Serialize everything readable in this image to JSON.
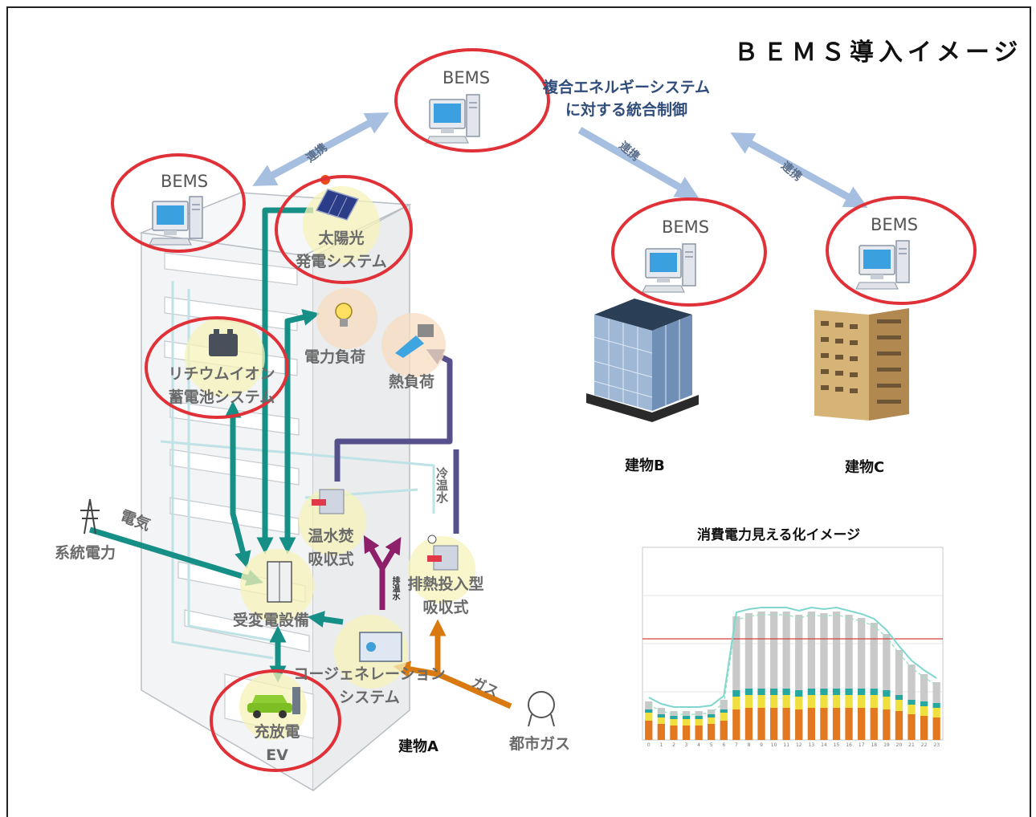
{
  "title": "ＢＥＭＳ導入イメージ",
  "bems_label": "BEMS",
  "integrated_control": [
    "複合エネルギーシステム",
    "に対する統合制御"
  ],
  "link_label": "連携",
  "building_a": {
    "name": "建物A",
    "solar": [
      "太陽光",
      "発電システム"
    ],
    "battery": [
      "リチウムイオン",
      "蓄電池システム"
    ],
    "power_load": "電力負荷",
    "heat_load": "熱負荷",
    "hot_water_absorption": [
      "温水焚",
      "吸収式"
    ],
    "exhaust_heat_absorption": [
      "排熱投入型",
      "吸収式"
    ],
    "substation": "受変電設備",
    "cogeneration": [
      "コージェネレーション",
      "システム"
    ],
    "ev": [
      "充放電",
      "EV"
    ],
    "grid_power": "系統電力",
    "electricity": "電気",
    "city_gas": "都市ガス",
    "gas": "ガス",
    "cold_water": "冷温水",
    "exhaust_hot_water": "排温水"
  },
  "building_b": {
    "name": "建物B"
  },
  "building_c": {
    "name": "建物C"
  },
  "colors": {
    "teal_flow": "#168f86",
    "link_arrow": "#a6bfe0",
    "bems_circle": "#e03038",
    "heat_flow": "#56508c",
    "gas_flow": "#d97a10",
    "exhaust_flow": "#8e1f6a"
  },
  "chart_data": {
    "type": "bar",
    "title": "消費電力見える化イメージ",
    "categories": [
      "0",
      "1",
      "2",
      "3",
      "4",
      "5",
      "6",
      "7",
      "8",
      "9",
      "10",
      "11",
      "12",
      "13",
      "14",
      "15",
      "16",
      "17",
      "18",
      "19",
      "20",
      "21",
      "22",
      "23"
    ],
    "series": [
      {
        "values": [
          1.2,
          1.0,
          0.9,
          0.9,
          0.9,
          1.0,
          1.2,
          1.9,
          2.0,
          2.0,
          2.0,
          2.0,
          1.9,
          2.0,
          2.0,
          2.0,
          2.0,
          2.0,
          2.0,
          1.9,
          1.8,
          1.6,
          1.5,
          1.4
        ]
      },
      {
        "values": [
          0.5,
          0.4,
          0.4,
          0.4,
          0.4,
          0.4,
          0.5,
          0.8,
          0.8,
          0.8,
          0.8,
          0.8,
          0.8,
          0.8,
          0.8,
          0.8,
          0.8,
          0.8,
          0.8,
          0.8,
          0.7,
          0.6,
          0.6,
          0.6
        ]
      },
      {
        "values": [
          0.2,
          0.2,
          0.2,
          0.2,
          0.2,
          0.2,
          0.2,
          0.4,
          0.4,
          0.4,
          0.4,
          0.4,
          0.4,
          0.4,
          0.4,
          0.4,
          0.4,
          0.4,
          0.4,
          0.4,
          0.3,
          0.3,
          0.3,
          0.3
        ]
      },
      {
        "values": [
          0.5,
          0.4,
          0.3,
          0.3,
          0.3,
          0.3,
          0.6,
          4.6,
          4.7,
          4.8,
          4.8,
          4.8,
          4.7,
          4.8,
          4.7,
          4.8,
          4.6,
          4.4,
          4.1,
          3.5,
          2.8,
          2.2,
          1.7,
          1.3
        ]
      }
    ],
    "threshold": 6.3,
    "ylim": [
      0,
      12
    ],
    "grid": true
  }
}
